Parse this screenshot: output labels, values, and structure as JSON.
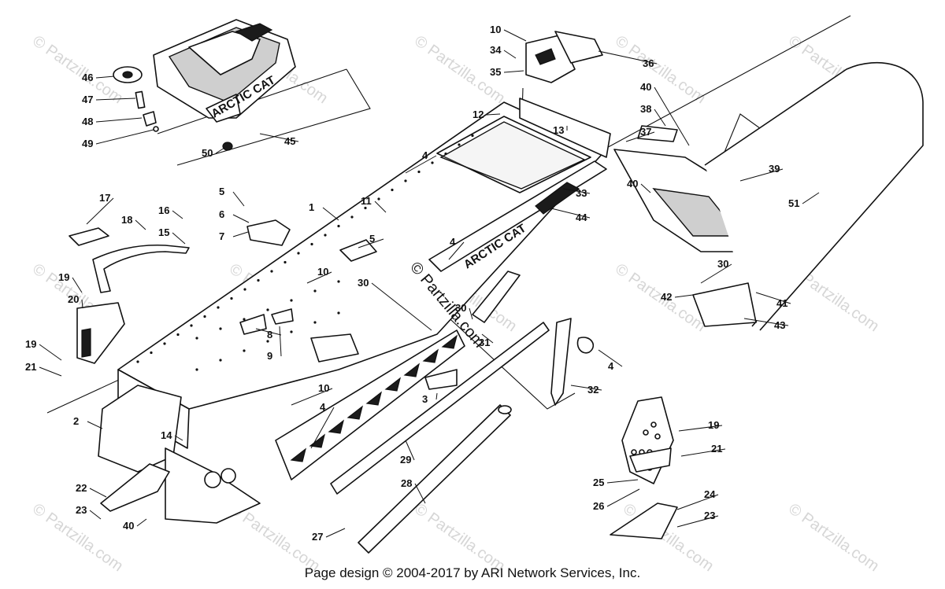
{
  "watermark": {
    "text": "© Partzilla.com",
    "center_text": "© Partzilla.com"
  },
  "brand_mark": "ARCTIC CAT",
  "footer": "Page design © 2004-2017 by ARI Network Services, Inc.",
  "callouts": [
    "1",
    "2",
    "3",
    "4",
    "4",
    "4",
    "4",
    "5",
    "5",
    "6",
    "7",
    "8",
    "9",
    "10",
    "10",
    "10",
    "11",
    "12",
    "13",
    "14",
    "15",
    "16",
    "17",
    "18",
    "19",
    "19",
    "19",
    "20",
    "21",
    "21",
    "22",
    "23",
    "23",
    "24",
    "25",
    "26",
    "27",
    "28",
    "29",
    "30",
    "30",
    "30",
    "31",
    "32",
    "33",
    "34",
    "35",
    "36",
    "37",
    "38",
    "39",
    "40",
    "40",
    "40",
    "41",
    "42",
    "43",
    "44",
    "45",
    "46",
    "47",
    "48",
    "49",
    "50",
    "51"
  ]
}
